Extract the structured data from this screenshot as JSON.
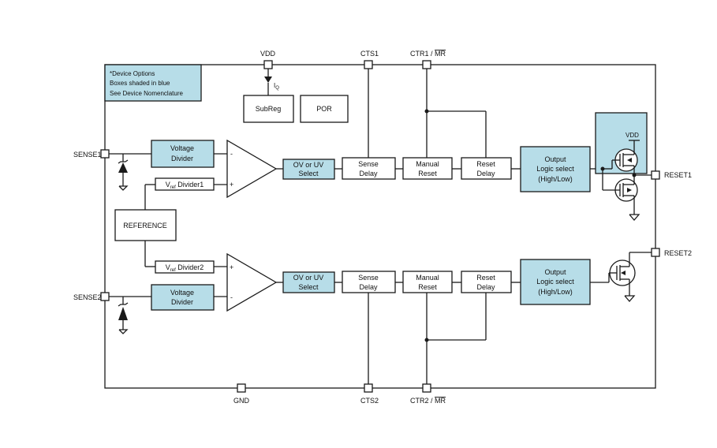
{
  "note": {
    "line1": "*Device Options",
    "line2": "Boxes shaded in blue",
    "line3": "See Device Nomenclature"
  },
  "pins": {
    "vdd": "VDD",
    "cts1": "CTS1",
    "ctr1": "CTR1 / ",
    "ctr1_bar": "MR",
    "sense1": "SENSE1",
    "sense2": "SENSE2",
    "reset1": "RESET1",
    "reset2": "RESET2",
    "gnd": "GND",
    "cts2": "CTS2",
    "ctr2": "CTR2 / ",
    "ctr2_bar": "MR"
  },
  "iq": {
    "main": "I",
    "sub": "Q"
  },
  "blocks": {
    "subreg": "SubReg",
    "por": "POR",
    "reference": "REFERENCE",
    "vdiv1": {
      "l1": "Voltage",
      "l2": "Divider"
    },
    "vdiv2": {
      "l1": "Voltage",
      "l2": "Divider"
    },
    "vref1": {
      "v": "V",
      "sub": "ref",
      "rest": " Divider1"
    },
    "vref2": {
      "v": "V",
      "sub": "ref",
      "rest": " Divider2"
    },
    "ovuv1": {
      "l1": "OV or UV",
      "l2": "Select"
    },
    "ovuv2": {
      "l1": "OV or UV",
      "l2": "Select"
    },
    "sense1": {
      "l1": "Sense",
      "l2": "Delay"
    },
    "sense2": {
      "l1": "Sense",
      "l2": "Delay"
    },
    "manual1": {
      "l1": "Manual",
      "l2": "Reset"
    },
    "manual2": {
      "l1": "Manual",
      "l2": "Reset"
    },
    "reset1": {
      "l1": "Reset",
      "l2": "Delay"
    },
    "reset2": {
      "l1": "Reset",
      "l2": "Delay"
    },
    "output1": {
      "l1": "Output",
      "l2": "Logic select",
      "l3": "(High/Low)"
    },
    "output2": {
      "l1": "Output",
      "l2": "Logic select",
      "l3": "(High/Low)"
    },
    "vdd_inner": "VDD"
  },
  "comparator": {
    "minus": "-",
    "plus": "+"
  }
}
